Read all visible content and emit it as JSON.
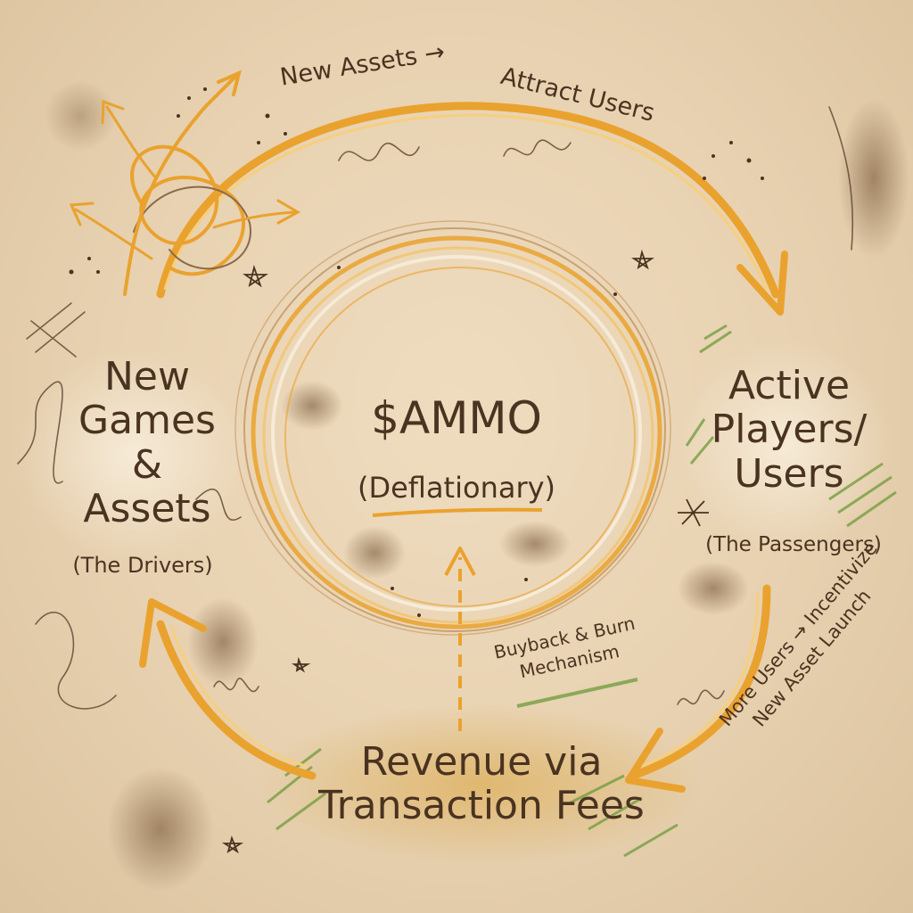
{
  "diagram": {
    "center": {
      "title": "$AMMO",
      "subtitle": "(Deflationary)"
    },
    "nodes": {
      "left": {
        "lines": [
          "New",
          "Games",
          "&",
          "Assets"
        ],
        "note": "(The Drivers)"
      },
      "right": {
        "lines": [
          "Active",
          "Players/",
          "Users"
        ],
        "note": "(The Passengers)"
      },
      "bottom": {
        "lines": [
          "Revenue via",
          "Transaction Fees"
        ]
      }
    },
    "arrows": {
      "top_a": "New Assets →",
      "top_b": "Attract Users",
      "right": {
        "lines": [
          "More Users → Incentivize",
          "New Asset Launch"
        ]
      },
      "center": {
        "lines": [
          "Buyback & Burn",
          "Mechanism"
        ]
      }
    }
  },
  "colors": {
    "paper": "#e8d3b3",
    "ink": "#4a3320",
    "accent_orange": "#eaa22e",
    "accent_green": "#6d9a3a",
    "smudge_brown": "#7a5a3a"
  }
}
